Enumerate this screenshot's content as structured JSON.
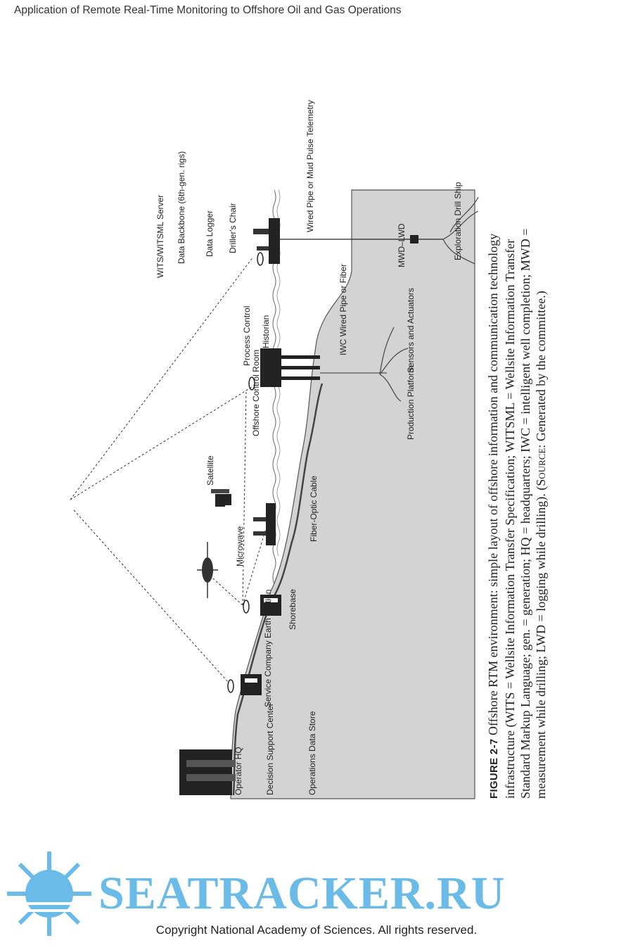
{
  "header": {
    "running_title": "Application of Remote Real-Time Monitoring to Offshore Oil and Gas Operations"
  },
  "diagram": {
    "labels": {
      "operator_hq": "Operator HQ",
      "decision_support": "Decision Support Center",
      "operations_store": "Operations Data Store",
      "service_company": "Service Company Earth Station",
      "shorebase": "Shorebase",
      "microwave": "Microwave",
      "fiber_optic": "Fiber-Optic Cable",
      "satellite": "Satellite",
      "offshore_control": "Offshore Control Room",
      "process_control": "Process Control",
      "historian": "Historian",
      "production_platform": "Production Platform",
      "sensors": "Sensors and Actuators",
      "iwc": "IWC Wired Pipe or Fiber",
      "witsml_server": "WITS/WITSML Server",
      "data_backbone": "Data Backbone (6th-gen. rigs)",
      "data_logger": "Data Logger",
      "drillers_chair": "Driller's Chair",
      "wired_pipe": "Wired Pipe or Mud Pulse Telemetry",
      "mwd_lwd": "MWD–LWD",
      "drill_ship": "Exploration Drill Ship"
    }
  },
  "caption": {
    "figure_number": "FIGURE 2-7",
    "title": "Offshore RTM environment: simple layout of offshore information and communication technology infrastructure",
    "body": "(WITS = Wellsite Information Transfer Specification; WITSML = Wellsite Information Transfer Standard Markup Language; gen. = generation; HQ = headquarters; IWC = intelligent well completion; MWD = measurement while drilling; LWD = logging while drilling).",
    "source_label": "Source",
    "source_text": ": Generated by the committee.)"
  },
  "watermark": {
    "text": "SEATRACKER.RU"
  },
  "footer": {
    "copyright": "Copyright National Academy of Sciences. All rights reserved."
  },
  "colors": {
    "sea": "#d3d3d3",
    "watermark": "#5bb4e6"
  }
}
